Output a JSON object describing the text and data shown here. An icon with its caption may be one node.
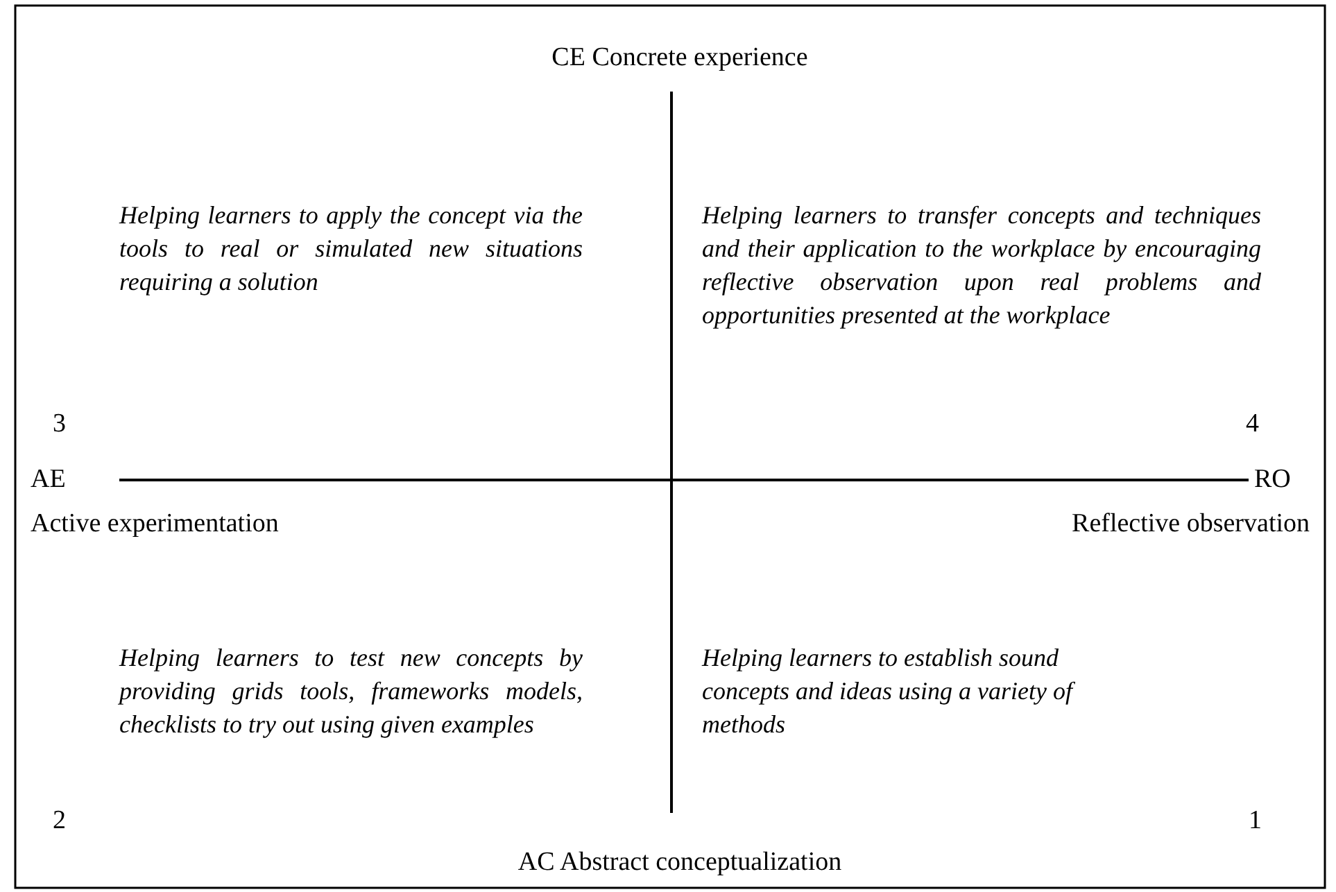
{
  "diagram": {
    "labels": [
      "CE Concrete experience",
      "Helping learners to apply the concept via the tools to real or simulated new situations requiring a solution",
      "Helping learners to transfer concepts and techniques and their application to the workplace by encouraging reflective observation upon real problems and opportunities presented at the workplace",
      "3",
      "4",
      "AE",
      "RO",
      "Active experimentation",
      "Reflective observation",
      "Helping learners to test new concepts by providing grids tools, frameworks models, checklists to try out using given examples",
      "Helping learners to establish sound concepts and ideas using a variety of methods",
      "2",
      "1",
      "AC Abstract conceptualization"
    ]
  }
}
